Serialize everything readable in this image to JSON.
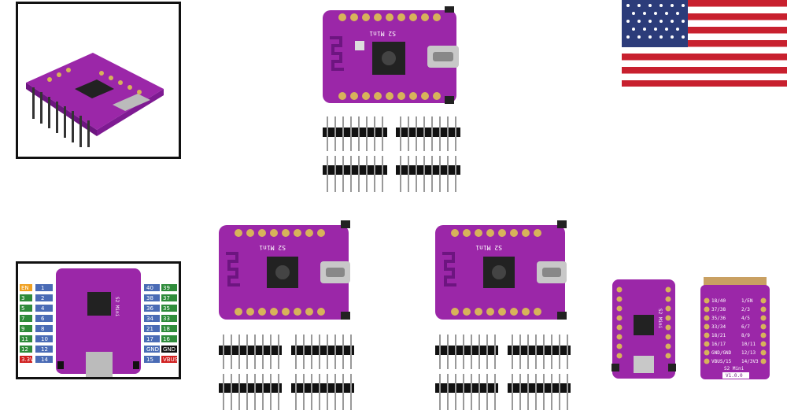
{
  "board_silkscreen": "S2 Mini",
  "board_version": "V1.0.0",
  "back_pin_rows": [
    {
      "left": "18/40",
      "right": "1/EN"
    },
    {
      "left": "37/38",
      "right": "2/3"
    },
    {
      "left": "35/36",
      "right": "4/5"
    },
    {
      "left": "33/34",
      "right": "6/7"
    },
    {
      "left": "18/21",
      "right": "8/9"
    },
    {
      "left": "16/17",
      "right": "10/11"
    },
    {
      "left": "GND/GND",
      "right": "12/13"
    },
    {
      "left": "VBUS/15",
      "right": "14/3V3"
    }
  ],
  "pinout_left": [
    {
      "gpio": "EN",
      "num": "1",
      "color": "#f0a020"
    },
    {
      "gpio": "3",
      "num": "2",
      "color": "#2e8b3a"
    },
    {
      "gpio": "5",
      "num": "4",
      "color": "#2e8b3a"
    },
    {
      "gpio": "7",
      "num": "6",
      "color": "#2e8b3a"
    },
    {
      "gpio": "9",
      "num": "8",
      "color": "#2e8b3a"
    },
    {
      "gpio": "11",
      "num": "10",
      "color": "#2e8b3a"
    },
    {
      "gpio": "12",
      "num": "12",
      "color": "#2e8b3a"
    },
    {
      "gpio": "3.3V",
      "num": "14",
      "color": "#d02020"
    }
  ],
  "pinout_right": [
    {
      "num": "40",
      "gpio": "39",
      "color": "#2e8b3a"
    },
    {
      "num": "38",
      "gpio": "37",
      "color": "#2e8b3a"
    },
    {
      "num": "36",
      "gpio": "35",
      "color": "#2e8b3a"
    },
    {
      "num": "34",
      "gpio": "33",
      "color": "#2e8b3a"
    },
    {
      "num": "21",
      "gpio": "18",
      "color": "#2e8b3a"
    },
    {
      "num": "17",
      "gpio": "16",
      "color": "#2e8b3a"
    },
    {
      "num": "GND",
      "gpio": "GND",
      "color": "#111111"
    },
    {
      "num": "15",
      "gpio": "VBUS",
      "color": "#d02020"
    }
  ],
  "colors": {
    "board": "#9b27a8",
    "board_dark": "#6d1580",
    "pad": "#d7b35a",
    "number_box": "#4a6bb5",
    "flag_red": "#c8202e",
    "flag_blue": "#2c3c7a"
  }
}
